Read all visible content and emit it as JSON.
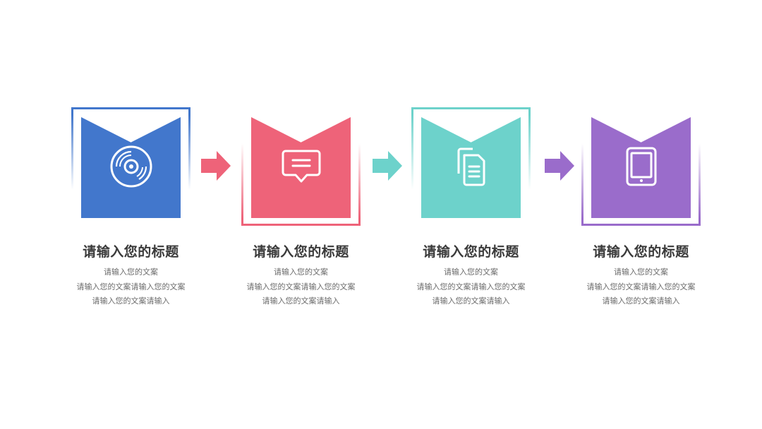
{
  "colors": {
    "blue": "#4277cc",
    "pink": "#ee6379",
    "teal": "#6dd2cb",
    "purple": "#9a6ccb"
  },
  "steps": [
    {
      "title": "请输入您的标题",
      "lines": [
        "请输入您的文案",
        "请输入您的文案请输入您的文案",
        "请输入您的文案请输入"
      ],
      "icon": "disc-icon",
      "color": "#4277cc"
    },
    {
      "title": "请输入您的标题",
      "lines": [
        "请输入您的文案",
        "请输入您的文案请输入您的文案",
        "请输入您的文案请输入"
      ],
      "icon": "chat-bubble-icon",
      "color": "#ee6379"
    },
    {
      "title": "请输入您的标题",
      "lines": [
        "请输入您的文案",
        "请输入您的文案请输入您的文案",
        "请输入您的文案请输入"
      ],
      "icon": "documents-icon",
      "color": "#6dd2cb"
    },
    {
      "title": "请输入您的标题",
      "lines": [
        "请输入您的文案",
        "请输入您的文案请输入您的文案",
        "请输入您的文案请输入"
      ],
      "icon": "tablet-icon",
      "color": "#9a6ccb"
    }
  ],
  "arrows": [
    {
      "icon": "arrow-right-icon",
      "color": "#ee6379"
    },
    {
      "icon": "arrow-right-icon",
      "color": "#6dd2cb"
    },
    {
      "icon": "arrow-right-icon",
      "color": "#9a6ccb"
    }
  ]
}
